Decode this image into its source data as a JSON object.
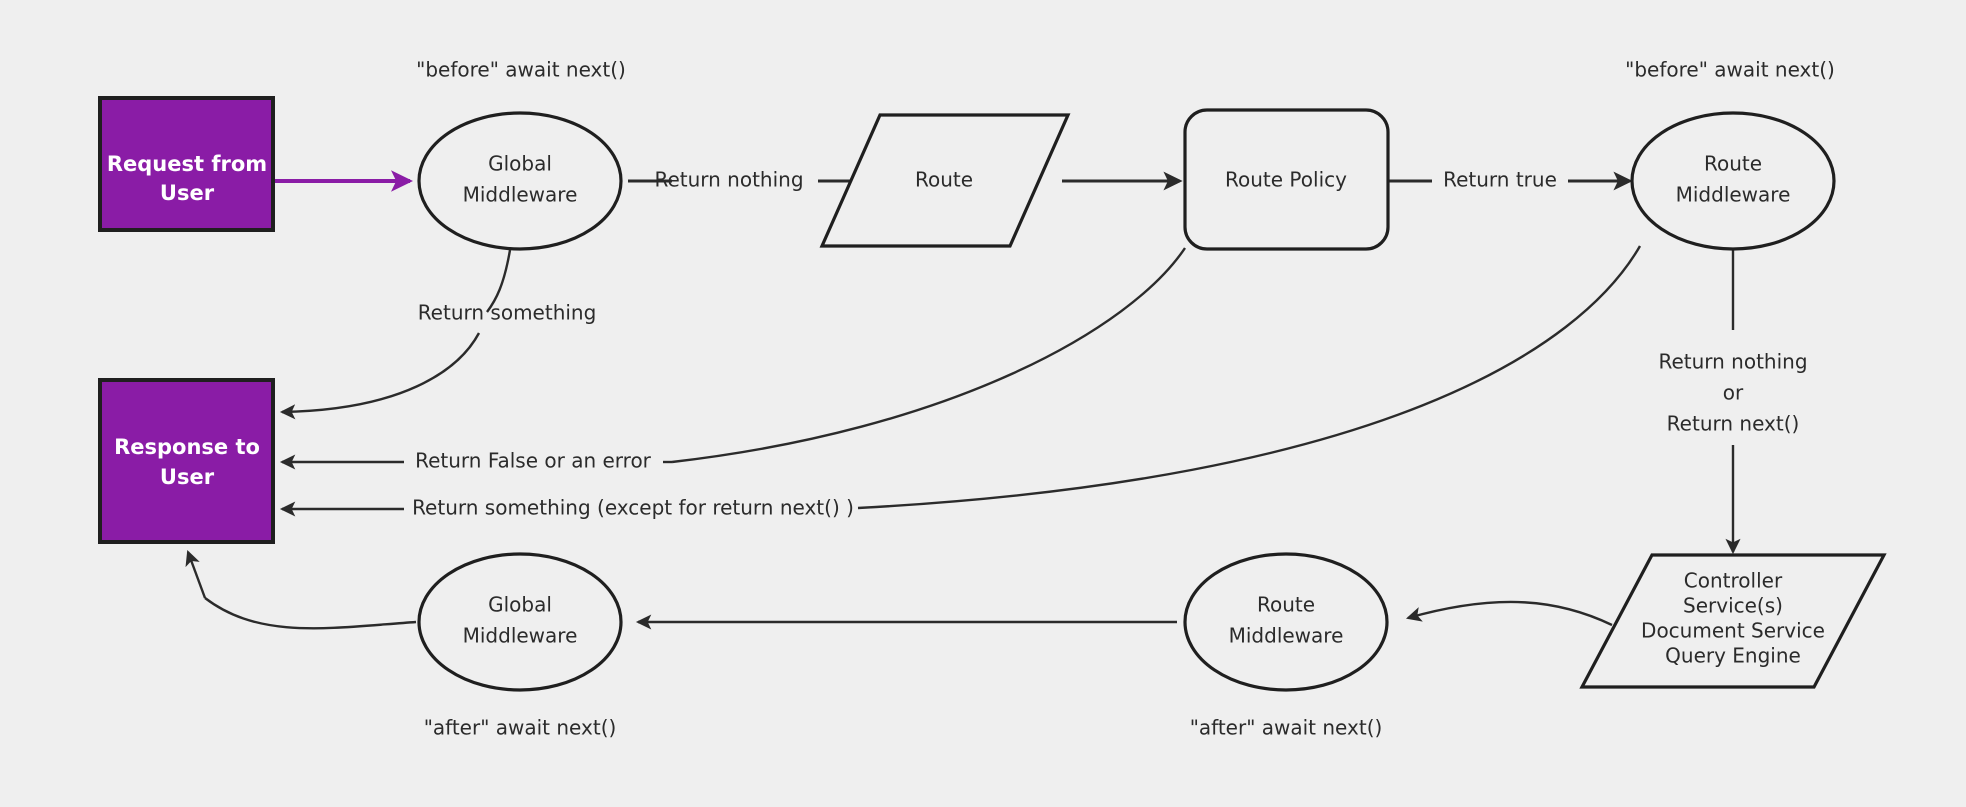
{
  "diagram": {
    "title": "Request / Response Middleware Flow",
    "background_color": "#efefef",
    "accent_color": "#8a1ca6",
    "stroke_color": "#2b2b2b",
    "nodes": {
      "request_from_user": {
        "label_line1": "Request from",
        "label_line2": "User",
        "shape": "rectangle",
        "fill": "#8a1ca6"
      },
      "response_to_user": {
        "label_line1": "Response to",
        "label_line2": "User",
        "shape": "rectangle",
        "fill": "#8a1ca6"
      },
      "global_middleware_before": {
        "label_line1": "Global",
        "label_line2": "Middleware",
        "shape": "ellipse"
      },
      "route": {
        "label_line1": "Route",
        "shape": "parallelogram"
      },
      "route_policy": {
        "label_line1": "Route Policy",
        "shape": "rounded-rectangle"
      },
      "route_middleware_before": {
        "label_line1": "Route",
        "label_line2": "Middleware",
        "shape": "ellipse"
      },
      "controller_services": {
        "label_line1": "Controller",
        "label_line2": "Service(s)",
        "label_line3": "Document Service",
        "label_line4": "Query Engine",
        "shape": "parallelogram"
      },
      "route_middleware_after": {
        "label_line1": "Route",
        "label_line2": "Middleware",
        "shape": "ellipse"
      },
      "global_middleware_after": {
        "label_line1": "Global",
        "label_line2": "Middleware",
        "shape": "ellipse"
      }
    },
    "annotations": {
      "before_await_next_global": "\"before\" await next()",
      "before_await_next_route": "\"before\" await next()",
      "after_await_next_global": "\"after\" await next()",
      "after_await_next_route": "\"after\" await next()",
      "return_nothing_or_next_line1": "Return nothing",
      "return_nothing_or_next_line2": "or",
      "return_nothing_or_next_line3": "Return next()"
    },
    "edges": {
      "request_to_global": {
        "label": ""
      },
      "global_to_route": {
        "label": "Return nothing"
      },
      "route_to_policy": {
        "label": ""
      },
      "policy_to_route_middleware": {
        "label": "Return true"
      },
      "global_to_response": {
        "label": "Return something"
      },
      "policy_to_response": {
        "label": "Return False or an error"
      },
      "route_middleware_to_response": {
        "label": "Return something (except for return next() )"
      },
      "controller_to_route_middleware_after": {
        "label": ""
      },
      "route_middleware_after_to_global_after": {
        "label": ""
      },
      "global_after_to_response": {
        "label": ""
      }
    }
  }
}
